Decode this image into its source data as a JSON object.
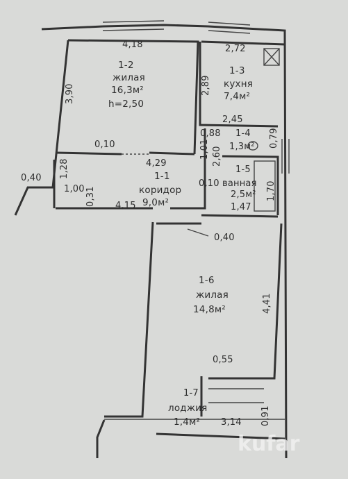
{
  "rooms": {
    "r12": {
      "id": "1-2",
      "name": "жилая",
      "area": "16,3м²",
      "height": "h=2,50"
    },
    "r13": {
      "id": "1-3",
      "name": "кухня",
      "area": "7,4м²"
    },
    "r11": {
      "id": "1-1",
      "name": "коридор",
      "area": "9,0м²"
    },
    "r14": {
      "id": "1-4",
      "area": "1,3м²"
    },
    "r15": {
      "id": "1-5",
      "name": "ванная",
      "area": "2,5м²"
    },
    "r16": {
      "id": "1-6",
      "name": "жилая",
      "area": "14,8м²"
    },
    "r17": {
      "id": "1-7",
      "name": "лоджия",
      "area": "1,4м²"
    }
  },
  "dims": {
    "d418": "4,18",
    "d272": "2,72",
    "d390": "3,90",
    "d289": "2,89",
    "d010a": "0,10",
    "d429": "4,29",
    "d245": "2,45",
    "d088": "0,88",
    "d101": "1,01",
    "d260": "2,60",
    "d079": "0,79",
    "d128": "1,28",
    "d040a": "0,40",
    "d100": "1,00",
    "d031": "0,31",
    "d415": "4,15",
    "d010b": "0,10",
    "d170": "1,70",
    "d147": "1,47",
    "d040b": "0,40",
    "d441": "4,41",
    "d055": "0,55",
    "d091": "0,91",
    "d314": "3,14"
  },
  "watermark": "kufar"
}
